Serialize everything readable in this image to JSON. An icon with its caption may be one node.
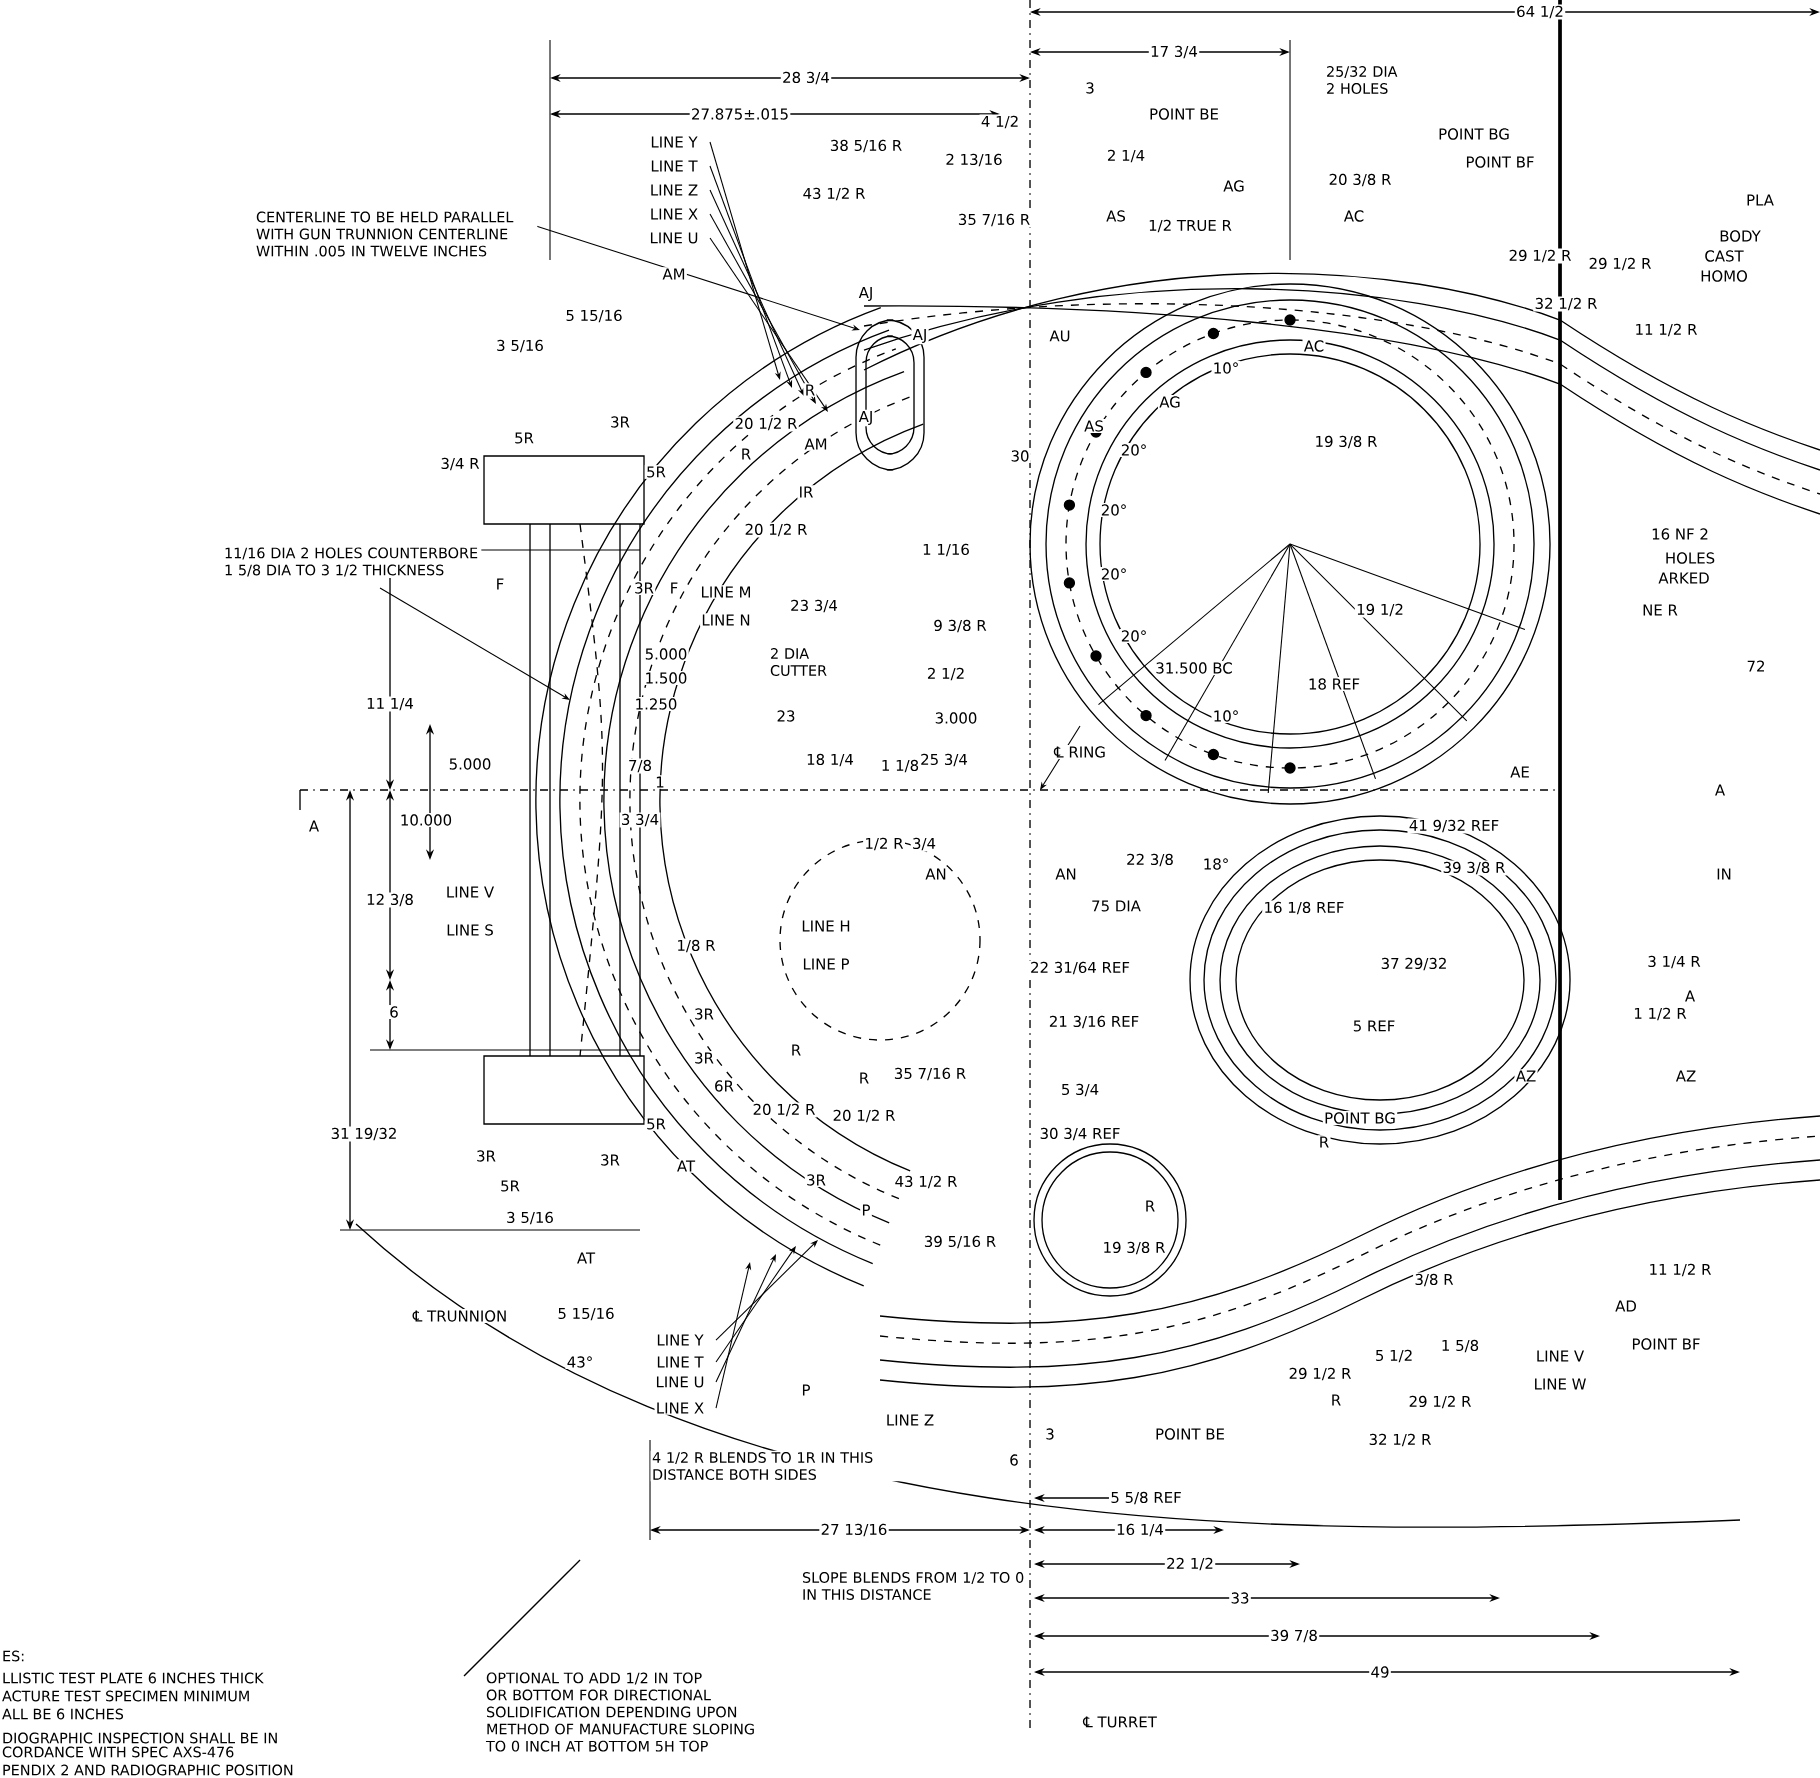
{
  "diagram": {
    "labels": [
      "64 1/2",
      "17 3/4",
      "25/32 DIA 2 HOLES",
      "28 3/4",
      "3",
      "27.875±.015",
      "POINT BE",
      "4 1/2",
      "POINT BG",
      "LINE Y",
      "38 5/16 R",
      "2 13/16",
      "2 1/4",
      "POINT BF",
      "LINE T",
      "20 3/8 R",
      "AG",
      "LINE Z",
      "43 1/2 R",
      "PLA",
      "CENTERLINE TO BE HELD PARALLEL WITH GUN TRUNNION CENTERLINE WITHIN .005 IN TWELVE INCHES",
      "LINE X",
      "AS",
      "AC",
      "35 7/16 R",
      "1/2 TRUE R",
      "BODY",
      "LINE U",
      "29 1/2 R",
      "CAST",
      "29 1/2 R",
      "AM",
      "HOMO",
      "AJ",
      "32 1/2 R",
      "5 15/16",
      "11 1/2 R",
      "AU",
      "AJ",
      "3 5/16",
      "AC",
      "10°",
      "R",
      "AG",
      "AJ",
      "3R",
      "20 1/2 R",
      "AS",
      "5R",
      "19 3/8 R",
      "AM",
      "20°",
      "R",
      "30",
      "3/4 R",
      "5R",
      "IR",
      "20°",
      "20 1/2 R",
      "16 NF 2",
      "11/16 DIA 2 HOLES COUNTERBORE 1 5/8 DIA TO 3 1/2 THICKNESS",
      "1 1/16",
      "HOLES",
      "20°",
      "ARKED",
      "F",
      "3R",
      "F",
      "LINE M",
      "23 3/4",
      "19 1/2",
      "NE R",
      "LINE N",
      "9 3/8 R",
      "20°",
      "5.000",
      "2 DIA CUTTER",
      "72",
      "31.500 BC",
      "2 1/2",
      "1.500",
      "18 REF",
      "11 1/4",
      "1.250",
      "23",
      "10°",
      "3.000",
      "℄ RING",
      "18 1/4",
      "25 3/4",
      "5.000",
      "7/8",
      "1 1/8",
      "AE",
      "1",
      "A",
      "10.000",
      "3 3/4",
      "A",
      "41 9/32 REF",
      "1/2 R",
      "3/4",
      "22 3/8",
      "18°",
      "39 3/8 R",
      "AN",
      "AN",
      "IN",
      "LINE V",
      "12 3/8",
      "75 DIA",
      "16 1/8 REF",
      "LINE H",
      "LINE S",
      "1/8 R",
      "3 1/4 R",
      "LINE P",
      "22 31/64 REF",
      "37 29/32",
      "A",
      "6",
      "3R",
      "1 1/2 R",
      "21 3/16 REF",
      "5 REF",
      "R",
      "3R",
      "35 7/16 R",
      "AZ",
      "AZ",
      "R",
      "6R",
      "5 3/4",
      "20 1/2 R",
      "20 1/2 R",
      "POINT BG",
      "5R",
      "31 19/32",
      "30 3/4 REF",
      "R",
      "3R",
      "3R",
      "AT",
      "3R",
      "43 1/2 R",
      "5R",
      "R",
      "P",
      "3 5/16",
      "39 5/16 R",
      "19 3/8 R",
      "AT",
      "11 1/2 R",
      "3/8 R",
      "AD",
      "5 15/16",
      "℄ TRUNNION",
      "LINE Y",
      "POINT BF",
      "1 5/8",
      "5 1/2",
      "LINE V",
      "43°",
      "LINE T",
      "29 1/2 R",
      "LINE U",
      "LINE W",
      "P",
      "R",
      "29 1/2 R",
      "LINE X",
      "LINE Z",
      "3",
      "POINT BE",
      "32 1/2 R",
      "4 1/2 R BLENDS TO 1R IN THIS DISTANCE BOTH SIDES",
      "6",
      "5 5/8 REF",
      "27 13/16",
      "16 1/4",
      "22 1/2",
      "SLOPE BLENDS FROM 1/2 TO 0 IN THIS DISTANCE",
      "33",
      "39 7/8",
      "OPTIONAL TO ADD 1/2 IN TOP OR BOTTOM FOR DIRECTIONAL SOLIDIFICATION DEPENDING UPON METHOD OF MANUFACTURE SLOPING TO 0 INCH AT BOTTOM 5H TOP",
      "49",
      "ES:",
      "LLISTIC TEST PLATE 6 INCHES THICK",
      "ACTURE TEST SPECIMEN MINIMUM",
      "ALL BE 6 INCHES",
      "DIOGRAPHIC INSPECTION SHALL BE IN",
      "CORDANCE WITH SPEC AXS-476",
      "PENDIX 2 AND RADIOGRAPHIC POSITION",
      "℄ TURRET"
    ]
  }
}
